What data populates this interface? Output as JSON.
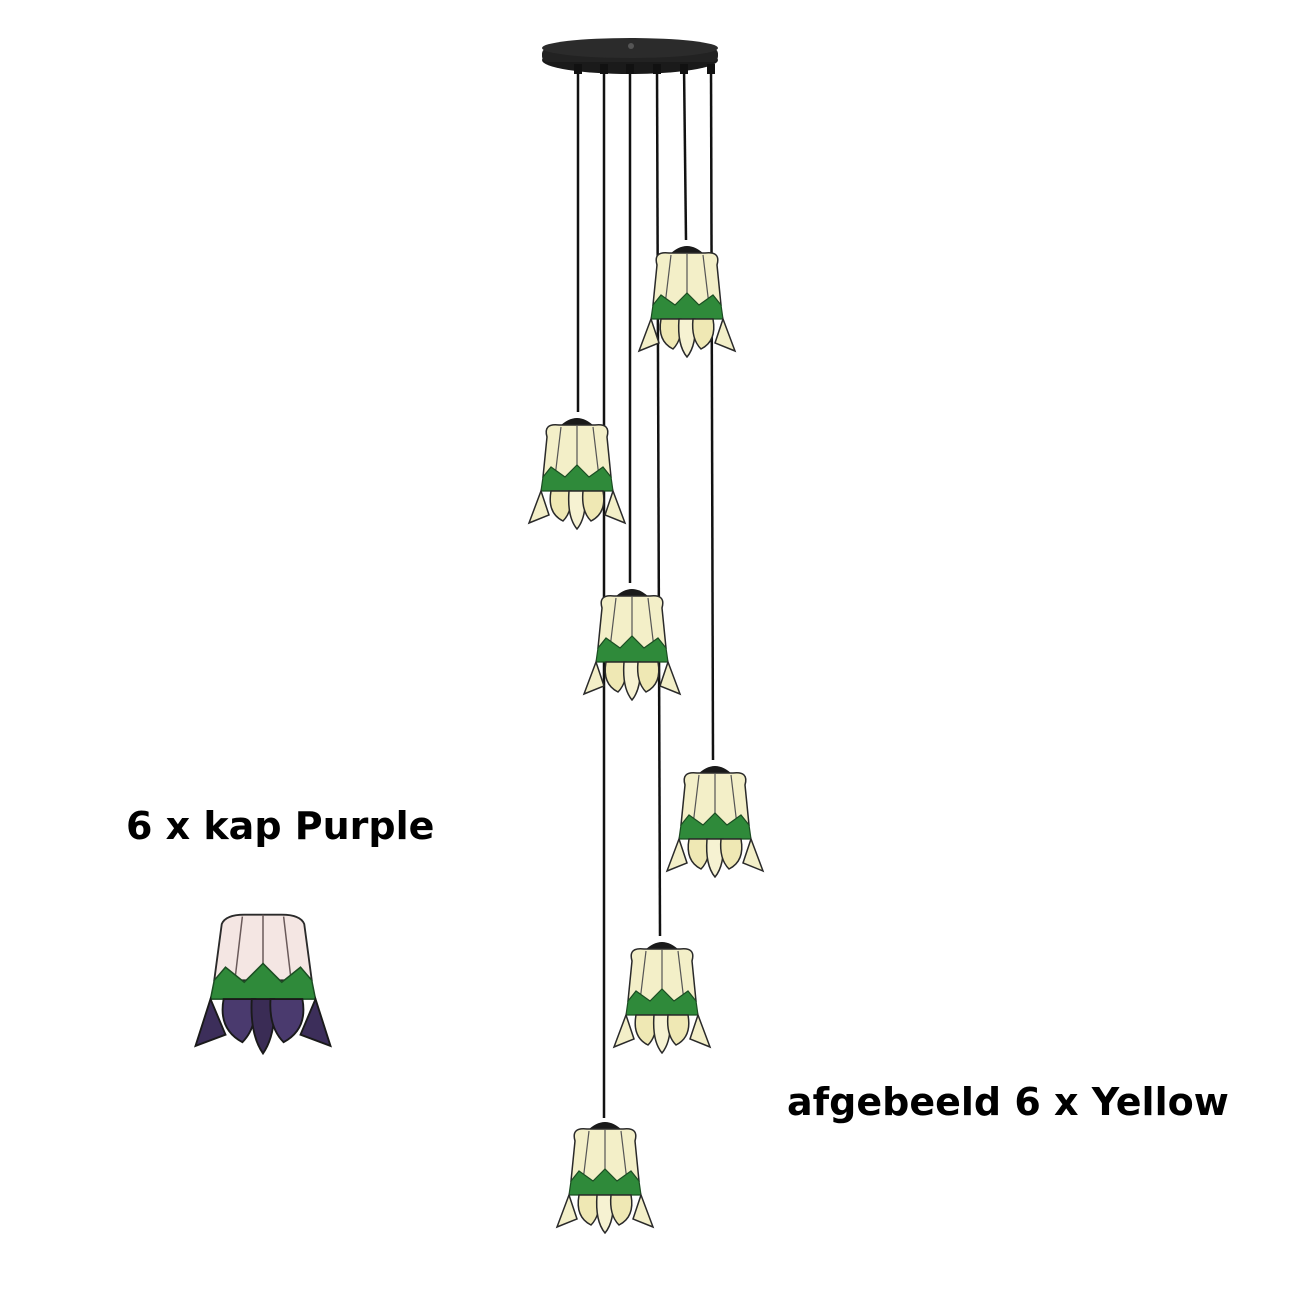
{
  "labels": {
    "purple": "6 x kap Purple",
    "yellow": "afgebeeld 6 x Yellow"
  },
  "colors": {
    "cord": "#111111",
    "canopy": "#1a1a1a",
    "cream_glass": "#f3efc8",
    "cream_glass_shade": "#e6dfa6",
    "leaf_green": "#2f8a3a",
    "purple_glass": "#3c2e5a",
    "pink_glass": "#f4e6e3"
  },
  "lamp": {
    "pendant_count": 6,
    "shade_style": "tulip"
  }
}
